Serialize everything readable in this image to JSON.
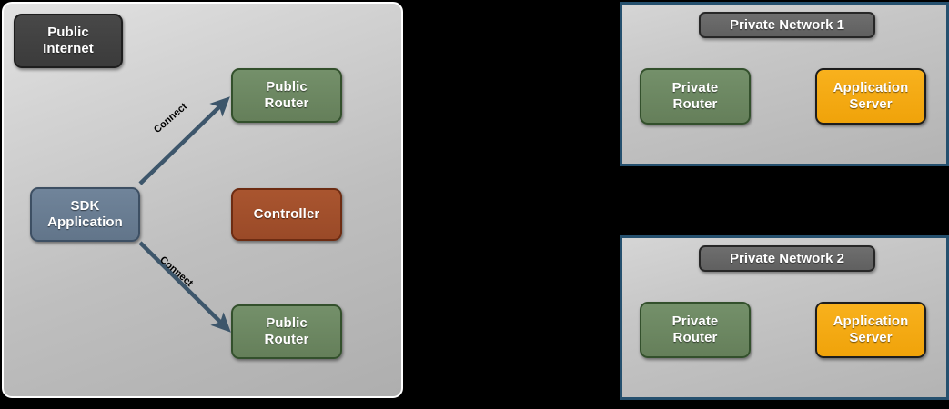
{
  "diagram": {
    "type": "network-architecture-diagram",
    "background_color": "#000000",
    "public_zone": {
      "panel_name": "public-internet-zone",
      "badge_label": "Public\nInternet",
      "badge_color": "#3e3e3e",
      "panel_fill": "#c9c9c9",
      "panel_border": "#ffffff",
      "nodes": [
        {
          "id": "public-router-top",
          "label": "Public\nRouter",
          "color": "#697f5c"
        },
        {
          "id": "controller",
          "label": "Controller",
          "color": "#9a4a28"
        },
        {
          "id": "public-router-bottom",
          "label": "Public\nRouter",
          "color": "#697f5c"
        },
        {
          "id": "sdk-application",
          "label": "SDK\nApplication",
          "color": "#65798e"
        }
      ],
      "edges": [
        {
          "id": "sdk-to-public-router-top",
          "label": "Connect",
          "from": "sdk-application",
          "to": "public-router-top",
          "color": "#3d566b",
          "arrow": "single"
        },
        {
          "id": "sdk-to-public-router-bottom",
          "label": "Connect",
          "from": "sdk-application",
          "to": "public-router-bottom",
          "color": "#3d566b",
          "arrow": "single"
        }
      ]
    },
    "private_networks": [
      {
        "id": "private-network-1",
        "title": "Private Network 1",
        "title_badge_color": "#666666",
        "panel_border": "#25506e",
        "panel_fill": "#c2c2c2",
        "nodes": [
          {
            "id": "private-router-1",
            "label": "Private\nRouter",
            "color": "#697f5c"
          },
          {
            "id": "application-server-1",
            "label": "Application\nServer",
            "color": "#f5a714"
          }
        ]
      },
      {
        "id": "private-network-2",
        "title": "Private Network 2",
        "title_badge_color": "#666666",
        "panel_border": "#25506e",
        "panel_fill": "#c2c2c2",
        "nodes": [
          {
            "id": "private-router-2",
            "label": "Private\nRouter",
            "color": "#697f5c"
          },
          {
            "id": "application-server-2",
            "label": "Application\nServer",
            "color": "#f5a714"
          }
        ]
      }
    ]
  }
}
